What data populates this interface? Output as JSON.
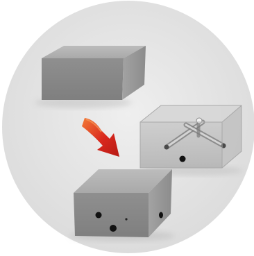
{
  "illustration": {
    "background_circle_color": "#e6e6e6",
    "block_top_color": "#b5b5b5",
    "block_front_color": "#8a8a8a",
    "block_side_color": "#9e9e9e",
    "arrow_color": "#d9281e",
    "arrow_highlight_color": "#f06a2a",
    "panels": [
      {
        "role": "input-block",
        "description_icon": "solid-cube-icon"
      },
      {
        "role": "transparent-block-with-internal-channels",
        "description_icon": "channel-network-icon"
      },
      {
        "role": "output-block-with-holes",
        "description_icon": "drilled-cube-icon"
      }
    ],
    "arrow_icon": "curved-arrow-down-icon"
  }
}
